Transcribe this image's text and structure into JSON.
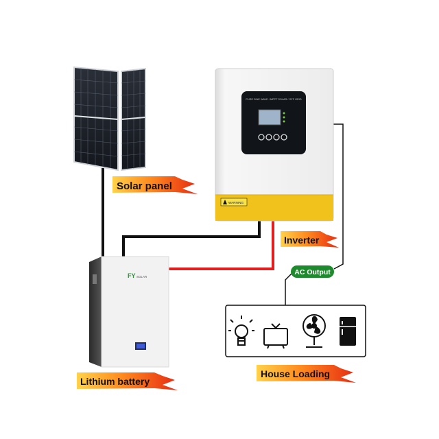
{
  "labels": {
    "solar_panel": "Solar panel",
    "inverter": "Inverter",
    "lithium_battery": "Lithium battery",
    "house_loading": "House Loading",
    "ac_output": "AC Output"
  },
  "battery_brand": {
    "logo_mark": "FY",
    "logo_text": "SOLAR"
  },
  "inverter_warning": "WARNING",
  "inverter_panel_caption": "PURE SINE WAVE / MPPT SOLAR / OFF GRID",
  "loads": [
    {
      "name": "bulb-icon"
    },
    {
      "name": "tv-icon"
    },
    {
      "name": "fan-icon"
    },
    {
      "name": "fridge-icon"
    }
  ],
  "colors": {
    "flame_gradient": [
      "#ffd24a",
      "#ff8a1e",
      "#e52a12"
    ],
    "positive_wire": "#e21f1f",
    "negative_wire": "#111111",
    "ac_tag": "#1e8a2e",
    "inverter_body": "#f4f4f4",
    "inverter_base": "#f1c21c",
    "battery_body": "#f2f2f2"
  }
}
